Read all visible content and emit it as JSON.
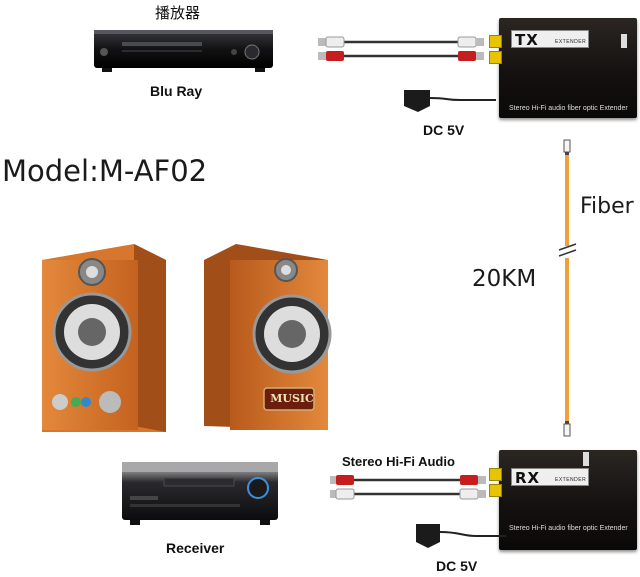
{
  "model": "Model:M-AF02",
  "source": {
    "chinese_label": "播放器",
    "label": "Blu Ray"
  },
  "tx": {
    "title": "TX",
    "extender": "EXTENDER",
    "subtitle": "Stereo Hi-Fi audio fiber optic Extender",
    "power": "DC 5V"
  },
  "link": {
    "medium": "Fiber",
    "distance": "20KM"
  },
  "speakers": {
    "badge": "MUSIC"
  },
  "rx": {
    "title": "RX",
    "extender": "EXTENDER",
    "subtitle": "Stereo Hi-Fi audio fiber optic Extender",
    "power": "DC 5V",
    "audio_label": "Stereo Hi-Fi  Audio"
  },
  "sink": {
    "label": "Receiver"
  },
  "colors": {
    "fiber": "#f0a23a",
    "speaker_wood": "#d8762e",
    "cable_red": "#c61e1e",
    "cable_white": "#e8e8e8",
    "port_yellow": "#f0d000"
  }
}
